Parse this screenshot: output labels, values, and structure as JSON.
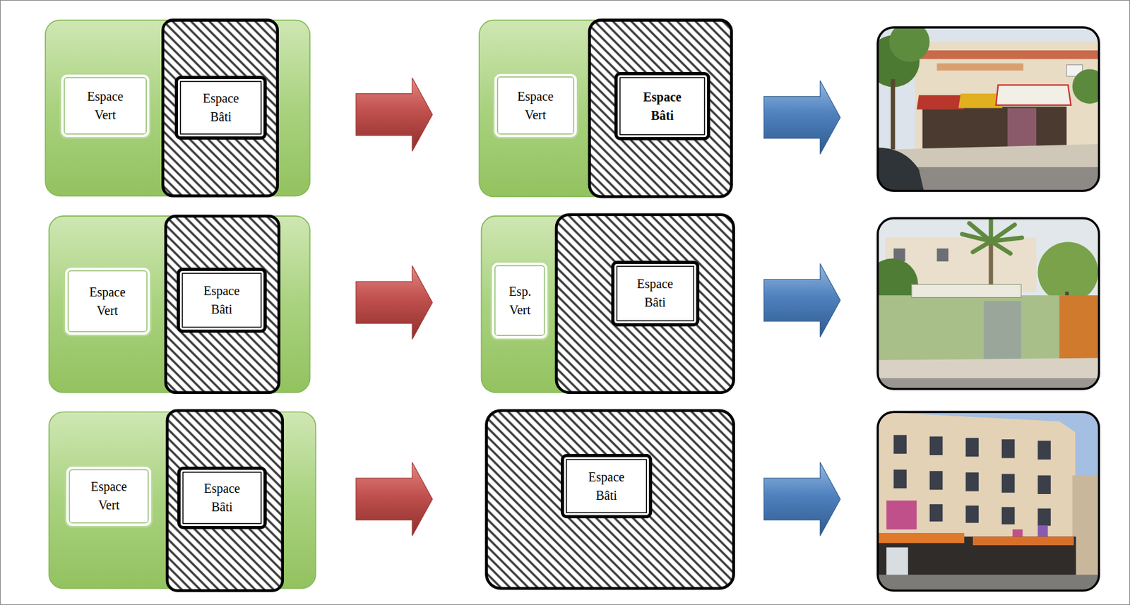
{
  "diagram": {
    "nodes": [
      {
        "text": [
          "Espace Vert"
        ]
      },
      {
        "text": [
          "Espace Bâti"
        ]
      },
      {
        "text": [
          "Espace Vert"
        ]
      },
      {
        "text": [
          "Espace Bâti"
        ]
      },
      {
        "text": [
          "Espace Vert"
        ]
      },
      {
        "text": [
          "Espace Bâti"
        ]
      },
      {
        "text": [
          "Esp. Vert"
        ]
      },
      {
        "text": [
          "Espace Bâti"
        ]
      },
      {
        "text": [
          "Espace Vert"
        ]
      },
      {
        "text": [
          "Espace Bâti"
        ]
      },
      {
        "text": [
          "Espace Bâti"
        ]
      }
    ]
  }
}
